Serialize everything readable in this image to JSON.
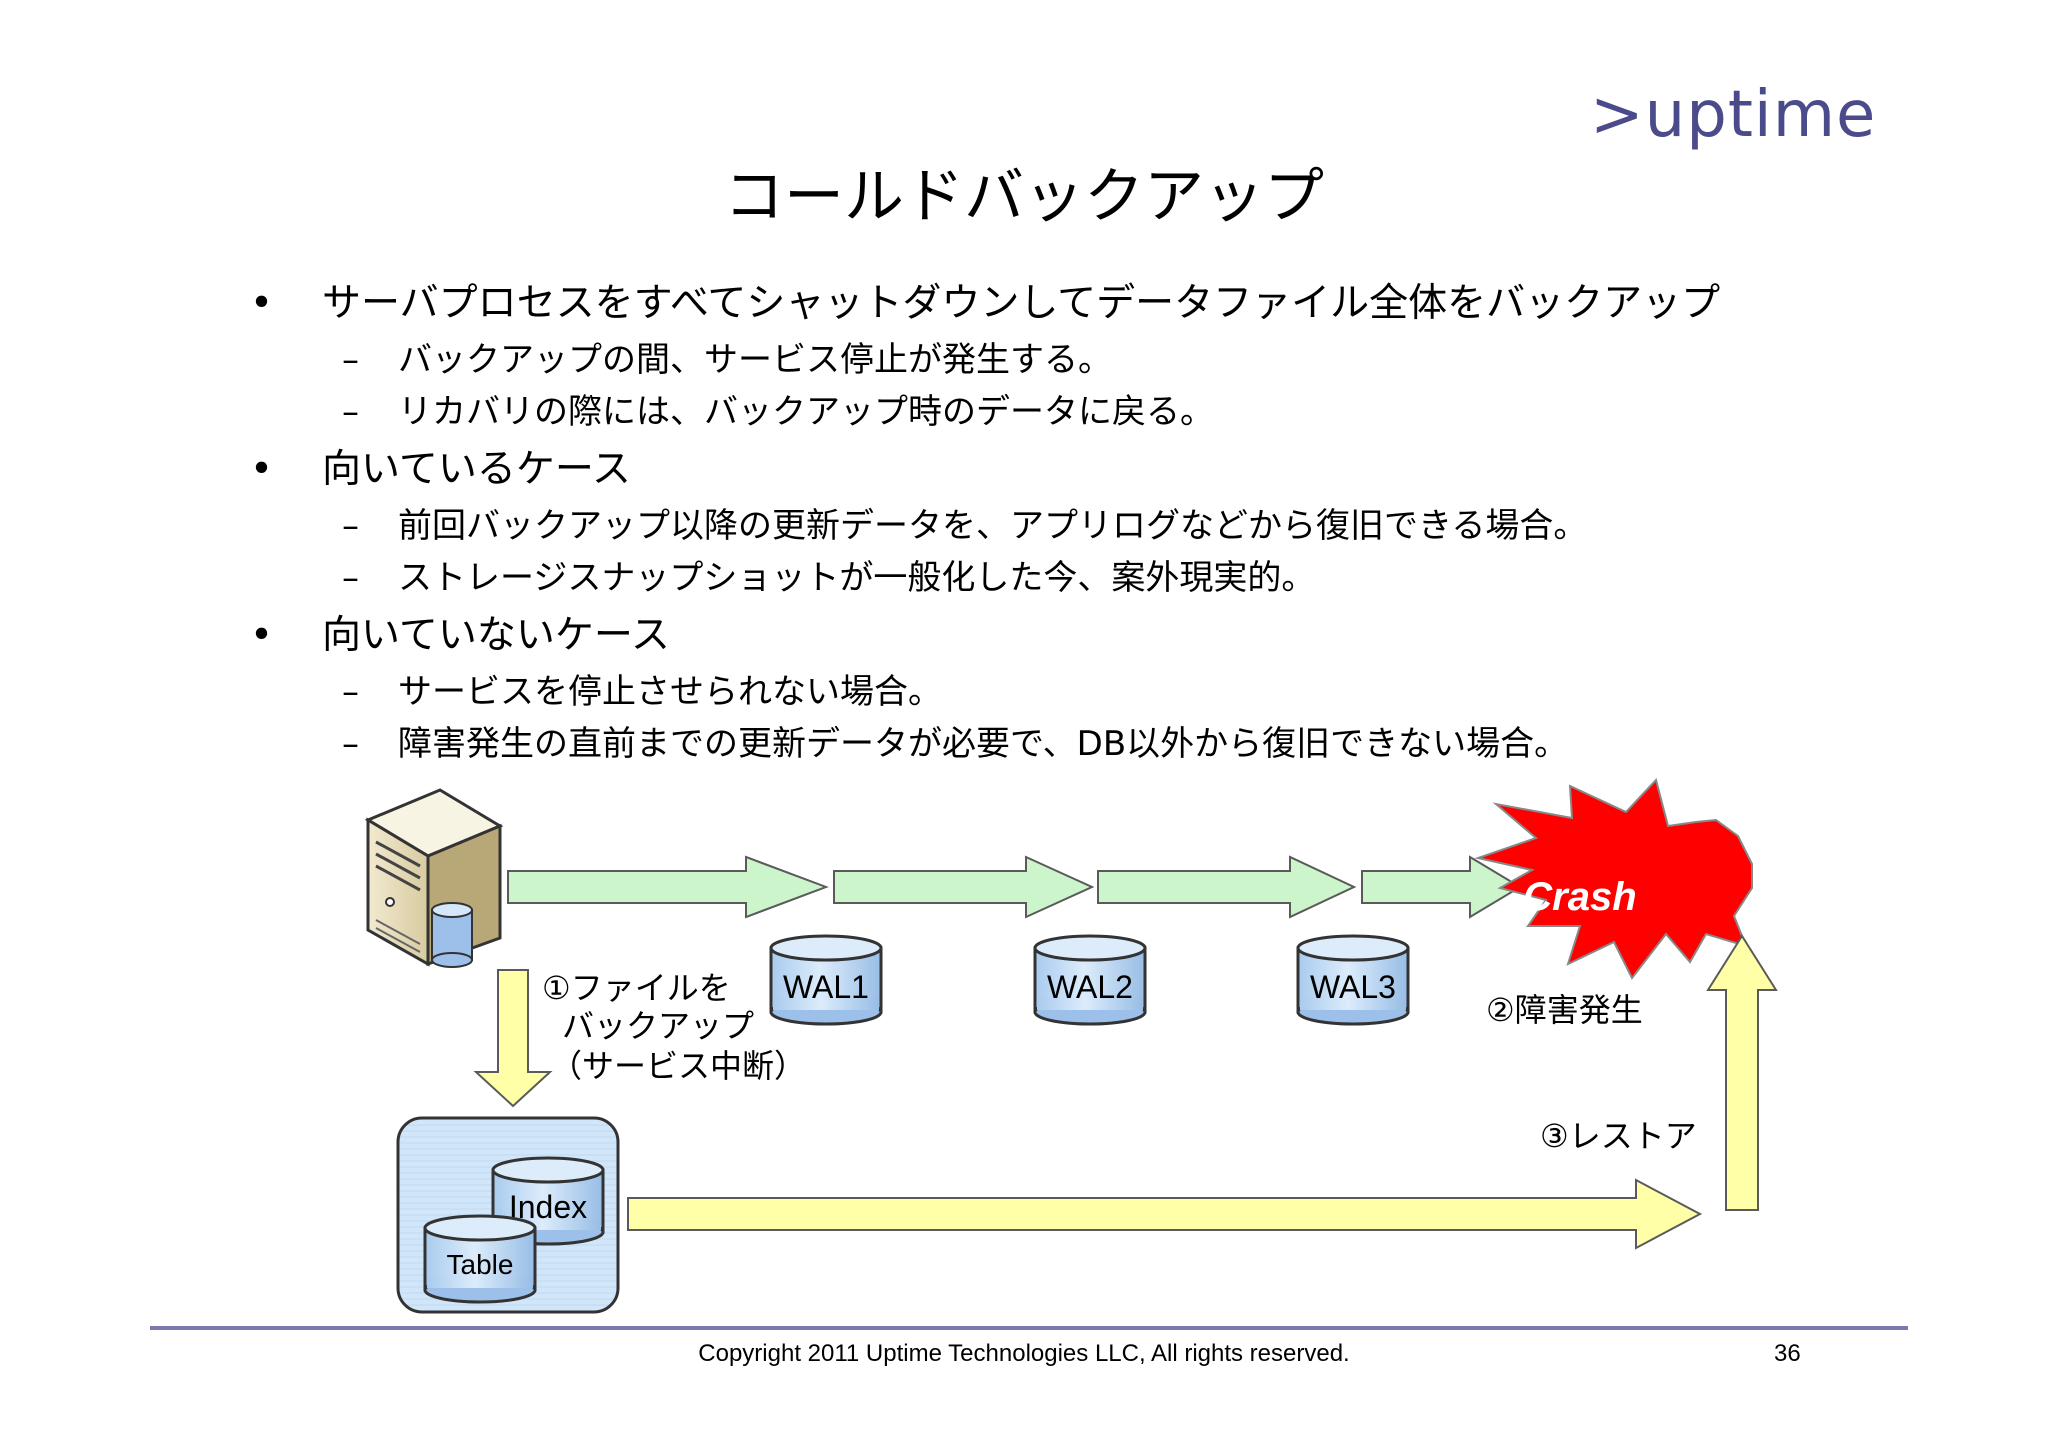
{
  "logo": ">uptime",
  "title": "コールドバックアップ",
  "bullets": [
    {
      "text": "サーバプロセスをすべてシャットダウンしてデータファイル全体をバックアップ",
      "subs": [
        "バックアップの間、サービス停止が発生する。",
        "リカバリの際には、バックアップ時のデータに戻る。"
      ]
    },
    {
      "text": "向いているケース",
      "subs": [
        "前回バックアップ以降の更新データを、アプリログなどから復旧できる場合。",
        "ストレージスナップショットが一般化した今、案外現実的。"
      ]
    },
    {
      "text": "向いていないケース",
      "subs": [
        "サービスを停止させられない場合。",
        "障害発生の直前までの更新データが必要で、DB以外から復旧できない場合。"
      ]
    }
  ],
  "diagram": {
    "wal_labels": [
      "WAL1",
      "WAL2",
      "WAL3"
    ],
    "crash_label": "Crash",
    "step1_lines": [
      "①ファイルを",
      "バックアップ",
      "（サービス中断）"
    ],
    "step2": "②障害発生",
    "step3": "③レストア",
    "index_label": "Index",
    "table_label": "Table"
  },
  "colors": {
    "logo": "#4b4b8c",
    "flow_arrow_fill": "#ccf5cc",
    "backup_arrow_fill": "#ffffa8",
    "cylinder_fill": "#bcd8f4",
    "crash_fill": "#ff0000",
    "footer_line": "#7a7ab0"
  },
  "icons": [
    "server-icon",
    "crash-burst-icon"
  ],
  "footer": {
    "copyright": "Copyright 2011 Uptime Technologies LLC, All rights reserved.",
    "page": "36"
  }
}
